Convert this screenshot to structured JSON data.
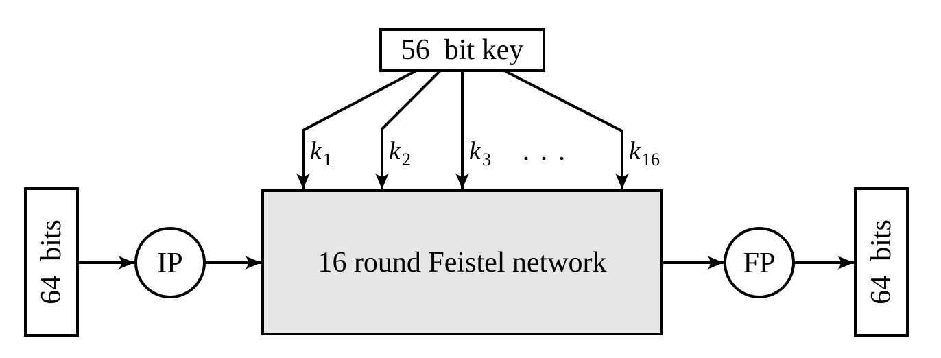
{
  "colors": {
    "stroke": "#000000",
    "feistel_fill": "#e6e6e6",
    "box_fill": "#ffffff",
    "background": "#ffffff"
  },
  "nodes": {
    "key_box": {
      "label": "56  bit key"
    },
    "feistel_box": {
      "label": "16 round Feistel network"
    },
    "input_box": {
      "label": "64  bits"
    },
    "ip_circle": {
      "label": "IP"
    },
    "fp_circle": {
      "label": "FP"
    },
    "output_box": {
      "label": "64  bits"
    }
  },
  "round_key_labels": [
    {
      "base": "k",
      "sub": "1"
    },
    {
      "base": "k",
      "sub": "2"
    },
    {
      "base": "k",
      "sub": "3"
    },
    {
      "base": "k",
      "sub": "16"
    }
  ],
  "ellipsis": ". . ."
}
